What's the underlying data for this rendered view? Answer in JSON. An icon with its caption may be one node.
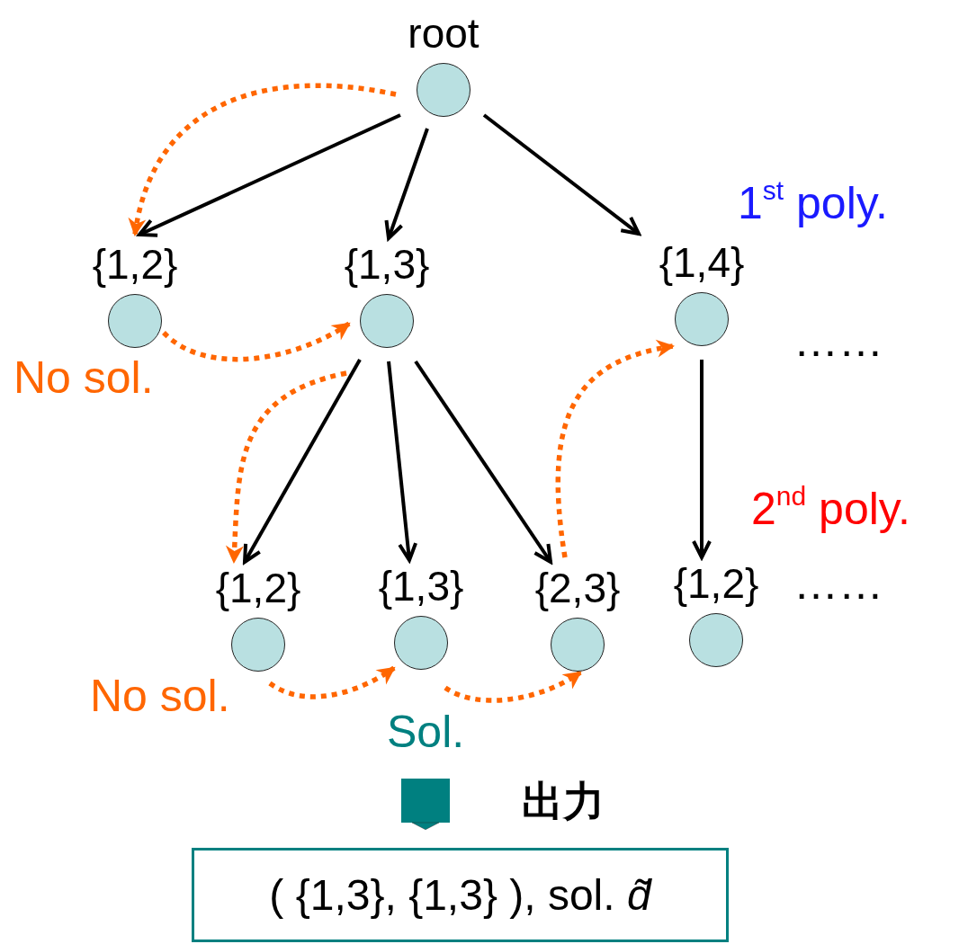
{
  "diagram": {
    "nodes": [
      {
        "text": [
          "root"
        ]
      },
      {
        "text": [
          "{1,2}"
        ],
        "beside": [
          "No sol."
        ]
      },
      {
        "text": [
          "{1,3}"
        ]
      },
      {
        "text": [
          "{1,4}"
        ]
      },
      {
        "text": [
          "{1,2}"
        ],
        "beside": [
          "No sol."
        ]
      },
      {
        "text": [
          "{1,3}"
        ],
        "beside": [
          "Sol."
        ]
      },
      {
        "text": [
          "{2,3}"
        ]
      },
      {
        "text": [
          "{1,2}"
        ]
      },
      {
        "text": [
          "( {1,3}, {1,3} ), sol. *d̃*"
        ]
      }
    ],
    "edges": [
      {
        "from": 0,
        "to": 1,
        "arrow": "to"
      },
      {
        "from": 0,
        "to": 2,
        "arrow": "to"
      },
      {
        "from": 0,
        "to": 3,
        "arrow": "to"
      },
      {
        "from": 2,
        "to": 4,
        "arrow": "to"
      },
      {
        "from": 2,
        "to": 5,
        "arrow": "to"
      },
      {
        "from": 2,
        "to": 6,
        "arrow": "to"
      },
      {
        "from": 3,
        "to": 7,
        "arrow": "to"
      },
      {
        "from": 0,
        "to": 1,
        "arrow": "to",
        "style": "dashed",
        "color": "#ff6600"
      },
      {
        "from": 1,
        "to": 2,
        "arrow": "to",
        "style": "dashed",
        "color": "#ff6600"
      },
      {
        "from": 2,
        "to": 4,
        "arrow": "to",
        "style": "dashed",
        "color": "#ff6600"
      },
      {
        "from": 4,
        "to": 5,
        "arrow": "to",
        "style": "dashed",
        "color": "#ff6600"
      },
      {
        "from": 5,
        "to": 6,
        "arrow": "to",
        "style": "dashed",
        "color": "#ff6600"
      },
      {
        "from": 6,
        "to": 3,
        "arrow": "to",
        "style": "dashed",
        "color": "#ff6600"
      },
      {
        "from": null,
        "to": 8,
        "arrow": "to",
        "style": "thick",
        "color": "#008080",
        "label": "出力"
      }
    ],
    "labels": [
      "1$^{st}$ poly.",
      "……",
      "2$^{nd}$ poly.",
      "……"
    ]
  }
}
